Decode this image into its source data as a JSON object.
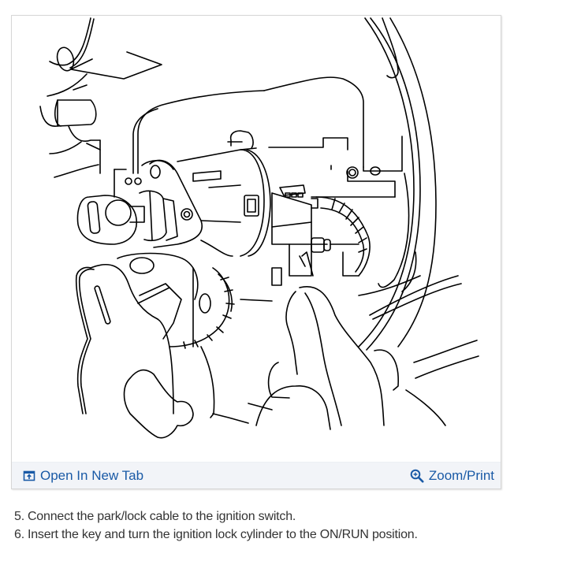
{
  "figure": {
    "image_alt": "Ignition lock cylinder and ignition switch with park/lock cable being connected by hand",
    "toolbar": {
      "open_new_tab": {
        "label": "Open In New Tab",
        "icon": "open-in-new-tab-icon"
      },
      "zoom_print": {
        "label": "Zoom/Print",
        "icon": "zoom-in-icon"
      }
    }
  },
  "steps": [
    {
      "number": "5.",
      "text": "Connect the park/lock cable to the ignition switch."
    },
    {
      "number": "6.",
      "text": "Insert the key and turn the ignition lock cylinder to the ON/RUN position."
    }
  ],
  "colors": {
    "link": "#1a5aa6",
    "toolbar_bg": "#f2f4f8",
    "border": "#d6d6d6",
    "body_text": "#333333",
    "line_art": "#000000"
  }
}
